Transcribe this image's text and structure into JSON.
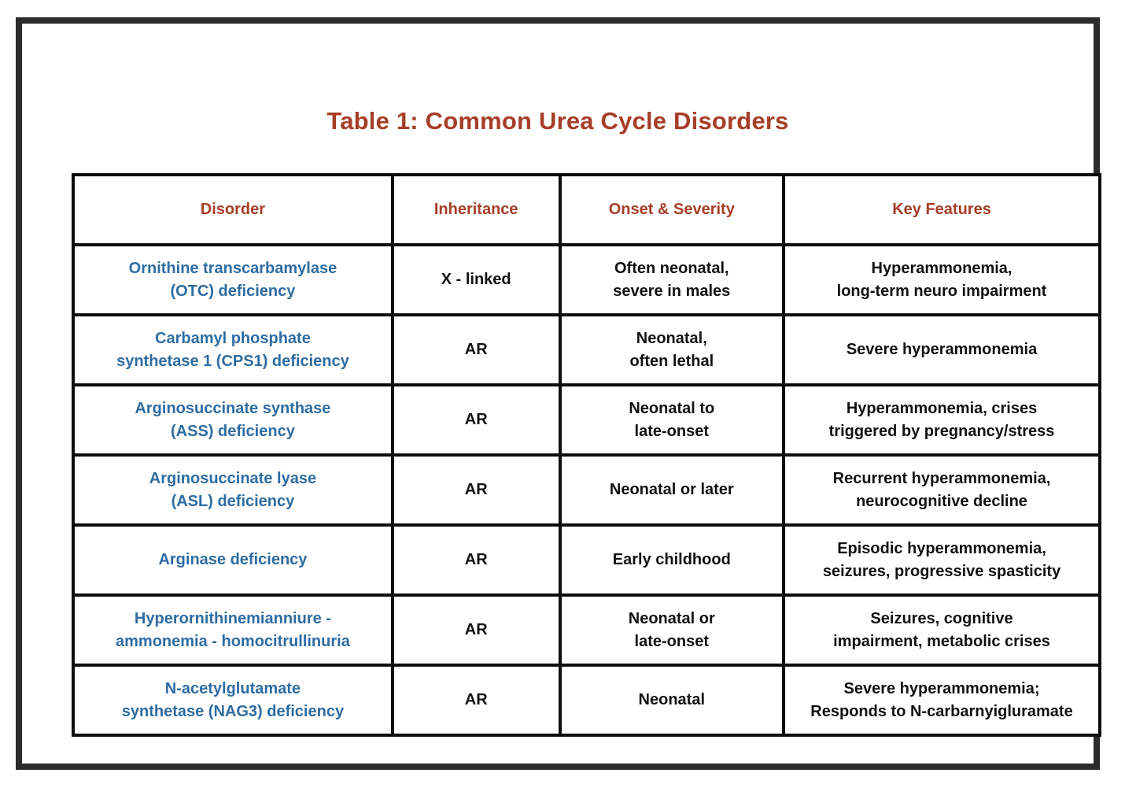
{
  "title": "Table 1: Common Urea Cycle Disorders",
  "colors": {
    "heading_red": "#a63e28",
    "disorder_blue": "#2e6ca2",
    "grid_black": "#0d0d0d",
    "frame_charcoal": "#2b2b2b"
  },
  "table": {
    "headers": {
      "disorder": "Disorder",
      "inheritance": "Inheritance",
      "onset": "Onset & Severity",
      "features": "Key Features"
    },
    "rows": [
      {
        "disorder": "Ornithine transcarbamylase\n(OTC) deficiency",
        "inheritance": "X - linked",
        "onset": "Often neonatal,\nsevere in males",
        "features": "Hyperammonemia,\nlong-term neuro impairment"
      },
      {
        "disorder": "Carbamyl phosphate\nsynthetase 1 (CPS1) deficiency",
        "inheritance": "AR",
        "onset": "Neonatal,\noften lethal",
        "features": "Severe hyperammonemia"
      },
      {
        "disorder": "Arginosuccinate synthase\n(ASS) deficiency",
        "inheritance": "AR",
        "onset": "Neonatal to\nlate-onset",
        "features": "Hyperammonemia, crises\ntriggered by pregnancy/stress"
      },
      {
        "disorder": "Arginosuccinate lyase\n(ASL) deficiency",
        "inheritance": "AR",
        "onset": "Neonatal or later",
        "features": "Recurrent hyperammonemia,\nneurocognitive decline"
      },
      {
        "disorder": "Arginase deficiency",
        "inheritance": "AR",
        "onset": "Early childhood",
        "features": "Episodic hyperammonemia,\nseizures, progressive spasticity"
      },
      {
        "disorder": "Hyperornithinemianniure -\nammonemia - homocitrullinuria",
        "inheritance": "AR",
        "onset": "Neonatal or\nlate-onset",
        "features": "Seizures, cognitive\nimpairment, metabolic crises"
      },
      {
        "disorder": "N-acetylglutamate\nsynthetase (NAG3) deficiency",
        "inheritance": "AR",
        "onset": "Neonatal",
        "features": "Severe hyperammonemia;\nResponds to N-carbarnyigluramate"
      }
    ]
  }
}
